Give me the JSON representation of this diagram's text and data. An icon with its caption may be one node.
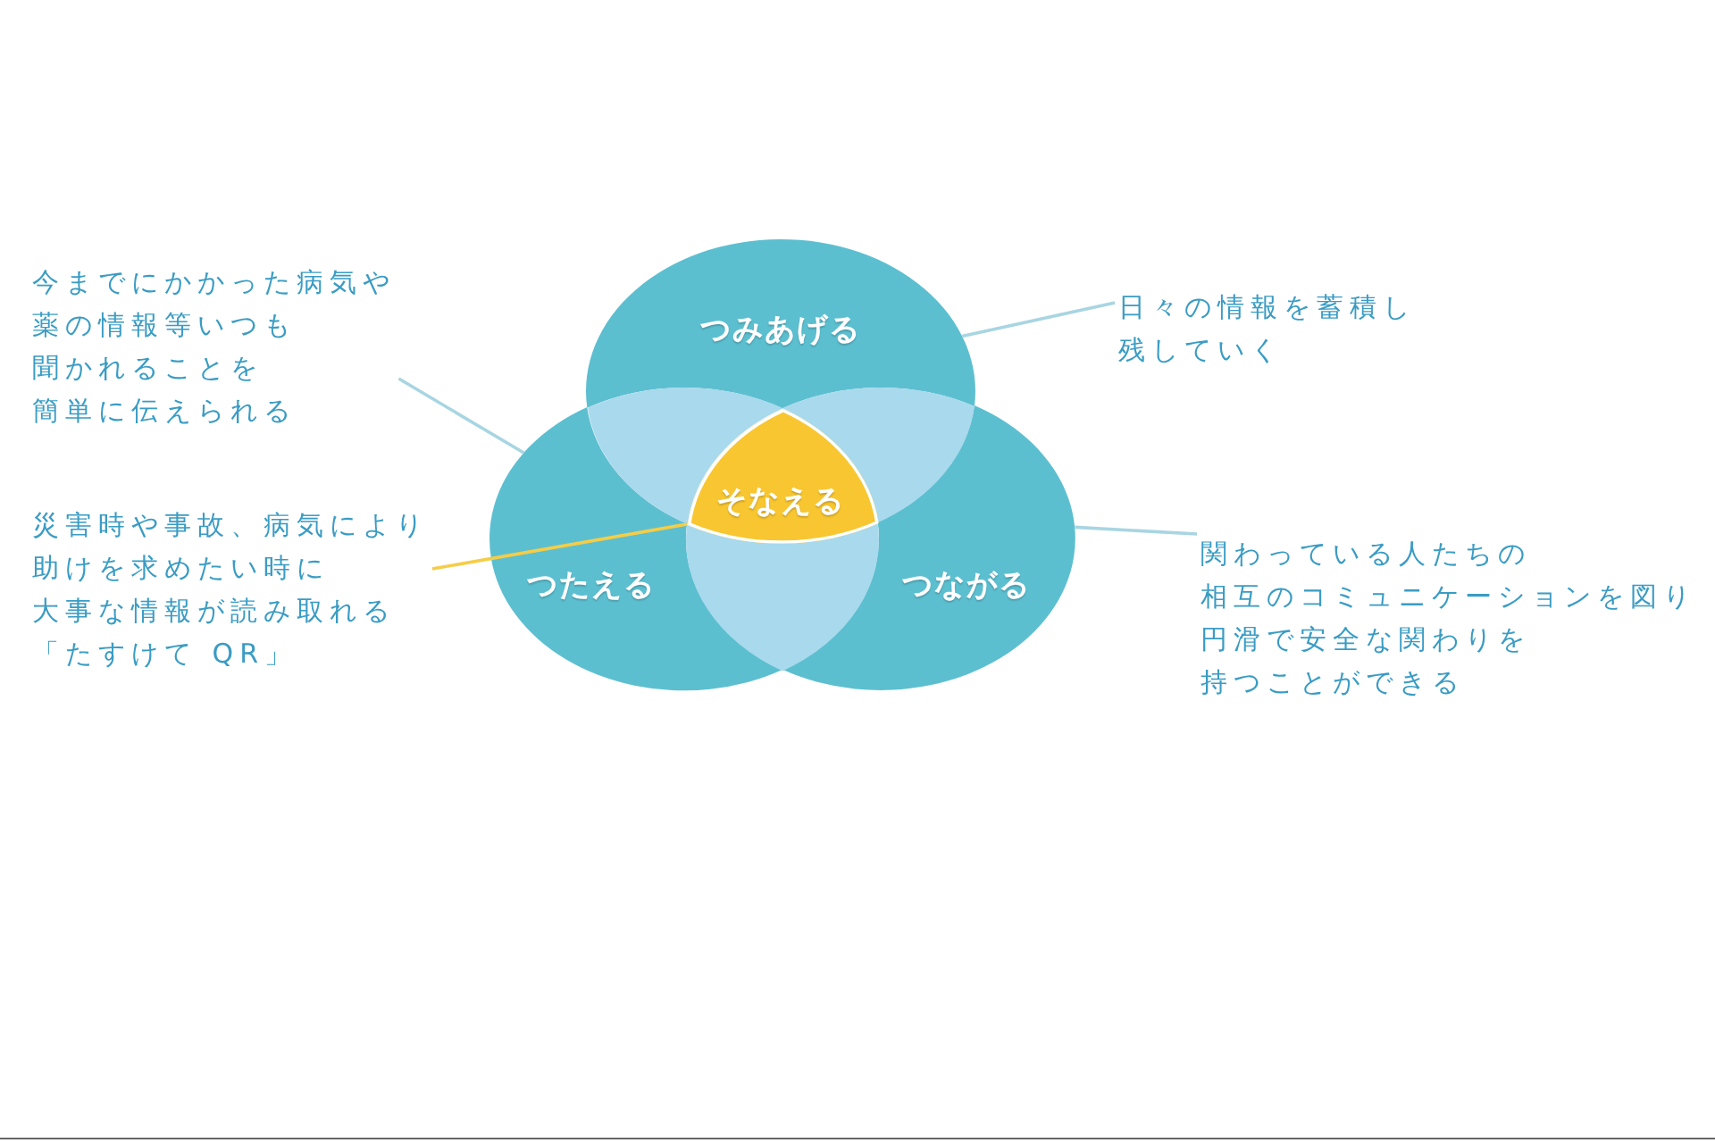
{
  "diagram": {
    "nodes": [
      {
        "text": [
          "つみあげる"
        ]
      },
      {
        "text": [
          "つたえる"
        ]
      },
      {
        "text": [
          "つながる"
        ]
      },
      {
        "text": [],
        "shape": "lens"
      },
      {
        "text": [],
        "shape": "lens"
      },
      {
        "text": [],
        "shape": "lens"
      },
      {
        "text": [
          "そなえる"
        ]
      },
      {
        "text": [
          "今までにかかった病気や薬の情報等いつも聞かれることを簡単に伝えられる"
        ]
      },
      {
        "text": [
          "災害時や事故、病気により助けを求めたい時に大事な情報が読み取れる「たすけて QR」"
        ]
      },
      {
        "text": [
          "日々の情報を蓄積し残していく"
        ]
      },
      {
        "text": [
          "関わっている人たちの相互のコミュニケーションを図り円滑で安全な関わりを持つことができる"
        ]
      }
    ],
    "edges": [
      {
        "from": 7,
        "to": 1,
        "arrow": "none"
      },
      {
        "from": 8,
        "to": 6,
        "arrow": "none",
        "color": "#f5cd47"
      },
      {
        "from": 9,
        "to": 0,
        "arrow": "none"
      },
      {
        "from": 10,
        "to": 2,
        "arrow": "none"
      }
    ]
  }
}
